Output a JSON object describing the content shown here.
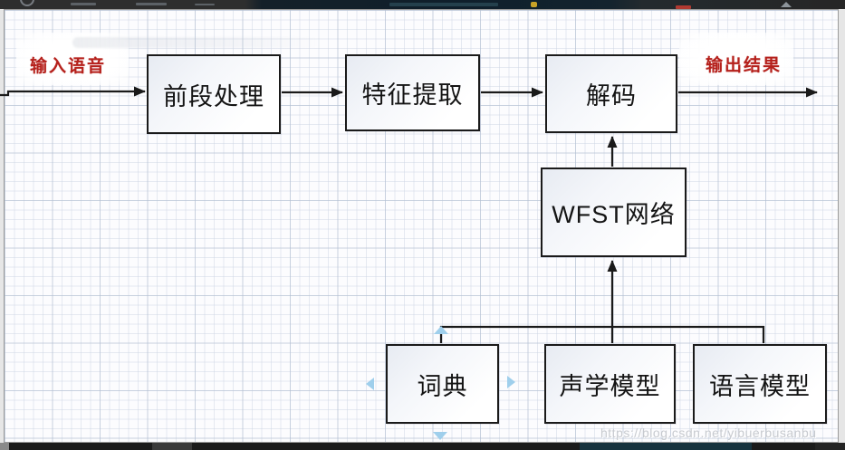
{
  "diagram": {
    "title_hint": "speech-recognition-pipeline-flowchart",
    "endpoint_labels": {
      "input": "输入语音",
      "output": "输出结果"
    },
    "nodes": {
      "frontend": "前段处理",
      "feature": "特征提取",
      "decode": "解码",
      "wfst": "WFST网络",
      "dict": "词典",
      "acoustic": "声学模型",
      "language": "语言模型"
    },
    "edges": [
      {
        "from": "input",
        "to": "frontend"
      },
      {
        "from": "frontend",
        "to": "feature"
      },
      {
        "from": "feature",
        "to": "decode"
      },
      {
        "from": "decode",
        "to": "output"
      },
      {
        "from": "wfst",
        "to": "decode"
      },
      {
        "from": "dict",
        "to": "wfst"
      },
      {
        "from": "acoustic",
        "to": "wfst"
      },
      {
        "from": "language",
        "to": "wfst"
      }
    ]
  },
  "watermark": {
    "url_text": "https://blog.csdn.net/yibuerbusanbu"
  },
  "colors": {
    "endpoint_label_red": "#b5211c",
    "connector_black": "#1a1a1a",
    "node_fill_top": "#e7ebf2",
    "grid_minor": "#cdd5e3",
    "grid_major": "#b0bdd0",
    "autoconnect_handle_blue": "#9fcfec",
    "watermark_gray": "#c7cacf",
    "topbar_dark": "#2e2e2e",
    "topbar_navy": "#0f1f2b"
  }
}
